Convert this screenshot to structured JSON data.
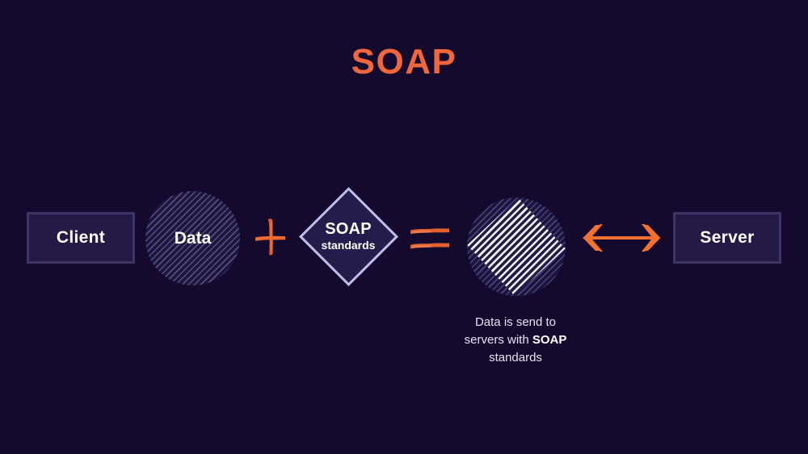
{
  "slide": {
    "title": "SOAP",
    "background_color": "#140a2e",
    "accent_color": "#f0673c",
    "node_border_color": "#3f3468",
    "diamond_border_color": "#c3bbe8",
    "text_color": "#ffffff"
  },
  "flow": {
    "client": {
      "label": "Client"
    },
    "data": {
      "label": "Data"
    },
    "plus_operator": {
      "symbol": "+",
      "name": "plus-sign"
    },
    "soap_standards": {
      "primary_label": "SOAP",
      "secondary_label": "standards"
    },
    "equals_operator": {
      "symbol": "=",
      "name": "equals-sign"
    },
    "result": {
      "caption_line_1": "Data is send to",
      "caption_line_2_prefix": "servers with ",
      "caption_line_2_bold": "SOAP",
      "caption_line_3": "standards"
    },
    "exchange_arrow": {
      "name": "bidirectional-arrow"
    },
    "server": {
      "label": "Server"
    }
  }
}
